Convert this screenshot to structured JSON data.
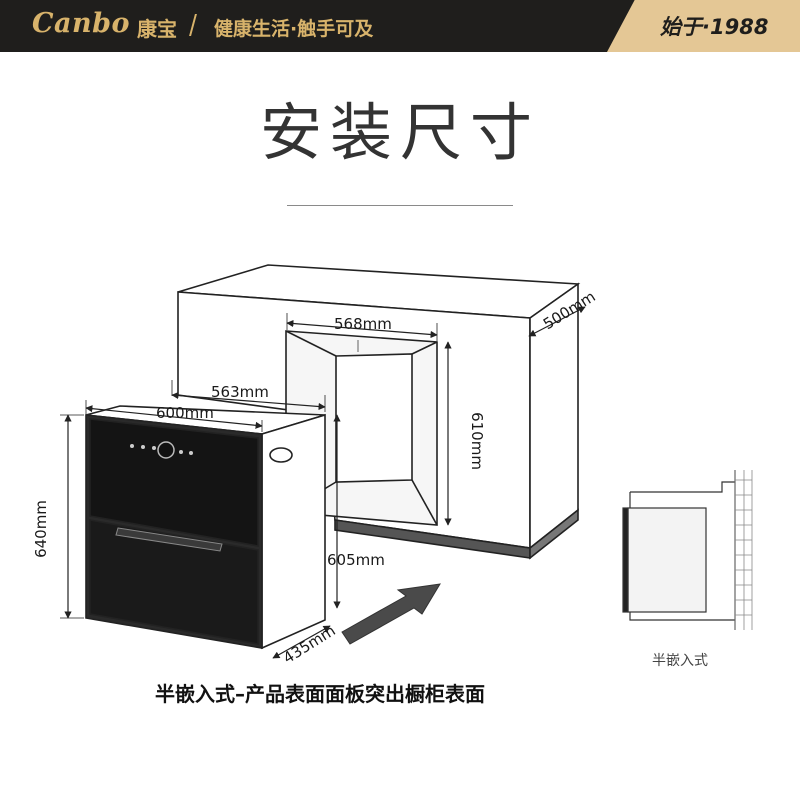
{
  "header": {
    "brand": "Canbo",
    "brand_cn": "康宝",
    "slogan": "健康生活·触手可及",
    "since": "始于·1988"
  },
  "title": "安装尺寸",
  "dimensions": {
    "cabinet_opening_width": "568mm",
    "cabinet_depth": "500mm",
    "cabinet_opening_height": "610mm",
    "unit_panel_width": "600mm",
    "unit_body_width": "563mm",
    "unit_panel_height": "640mm",
    "unit_body_height": "605mm",
    "unit_depth": "435mm"
  },
  "caption": "半嵌入式–产品表面面板突出橱柜表面",
  "inset_caption": "半嵌入式",
  "colors": {
    "header_bg": "#1f1e1c",
    "gold": "#d8b36b",
    "since_bg": "#e4c795"
  }
}
